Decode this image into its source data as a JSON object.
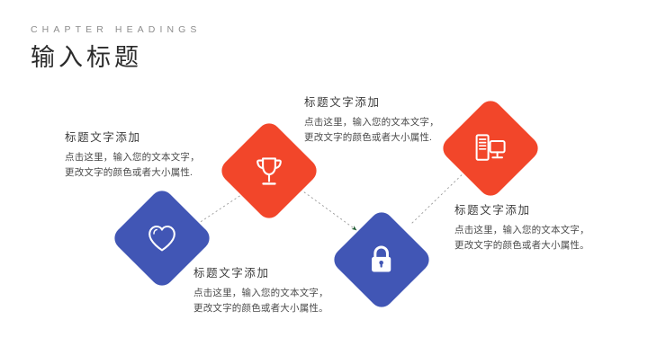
{
  "slide": {
    "background_color": "#ffffff",
    "header": {
      "eyebrow": "CHAPTER HEADINGS",
      "title": "输入标题",
      "eyebrow_color": "#8d8d8d",
      "title_color": "#2b2b2b"
    },
    "colors": {
      "blue": "#4156b5",
      "orange": "#f2462a",
      "arrow": "#1f5b33",
      "connector": "#9a9a9a",
      "body_text": "#4a4a4a",
      "title_text": "#3c3c3c"
    },
    "nodes": [
      {
        "id": "heart",
        "icon": "heart-icon",
        "color": "#4156b5",
        "order": 1
      },
      {
        "id": "trophy",
        "icon": "trophy-icon",
        "color": "#f2462a",
        "order": 2
      },
      {
        "id": "lock",
        "icon": "lock-icon",
        "color": "#4156b5",
        "order": 3
      },
      {
        "id": "computer",
        "icon": "computer-icon",
        "color": "#f2462a",
        "order": 4
      }
    ],
    "connectors": [
      {
        "from": "heart",
        "to": "trophy",
        "style": "dotted",
        "arrow": true
      },
      {
        "from": "trophy",
        "to": "lock",
        "style": "dotted",
        "arrow": true
      },
      {
        "from": "lock",
        "to": "computer",
        "style": "dotted",
        "arrow": true
      }
    ],
    "text_blocks": [
      {
        "id": "left",
        "for_node": "heart",
        "title": "标题文字添加",
        "line1": "点击这里，输入您的文本文字，",
        "line2": "更改文字的颜色或者大小属性."
      },
      {
        "id": "top",
        "for_node": "trophy",
        "title": "标题文字添加",
        "line1": "点击这里，输入您的文本文字，",
        "line2": "更改文字的颜色或者大小属性."
      },
      {
        "id": "bottom",
        "for_node": "lock",
        "title": "标题文字添加",
        "line1": "点击这里，输入您的文本文字，",
        "line2": "更改文字的颜色或者大小属性。"
      },
      {
        "id": "right",
        "for_node": "computer",
        "title": "标题文字添加",
        "line1": "点击这里，输入您的文本文字，",
        "line2": "更改文字的颜色或者大小属性。"
      }
    ]
  }
}
